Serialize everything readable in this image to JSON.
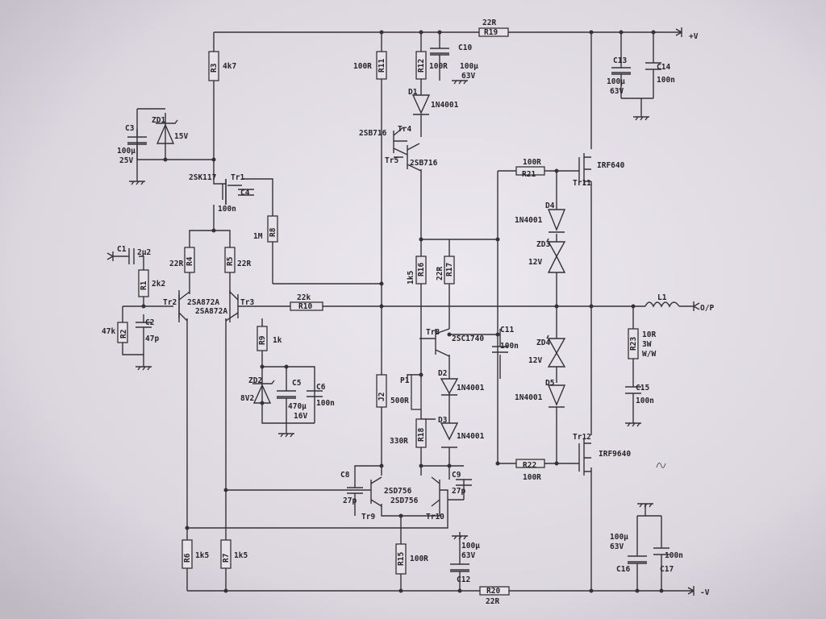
{
  "labels": {
    "r19_name": "R19",
    "r19_val": "22R",
    "plus_v": "+V",
    "minus_v": "-V",
    "output": "O/P",
    "r3_name": "R3",
    "r3_val": "4k7",
    "r11_name": "R11",
    "r11_val": "100R",
    "r12_name": "R12",
    "r12_val": "100R",
    "c10_name": "C10",
    "c10_val1": "100µ",
    "c10_val2": "63V",
    "c13_name": "C13",
    "c13_val1": "100µ",
    "c13_val2": "63V",
    "c14_name": "C14",
    "c14_val": "100n",
    "d1_name": "D1",
    "d1_val": "1N4001",
    "c3_name": "C3",
    "c3_val1": "100µ",
    "c3_val2": "25V",
    "zd1_name": "ZD1",
    "zd1_val": "15V",
    "tr4_name": "Tr4",
    "tr4_val": "2SB716",
    "tr5_name": "Tr5",
    "tr5_val": "2SB716",
    "r21_name": "R21",
    "r21_val": "100R",
    "tr11_name": "Tr11",
    "tr11_val": "IRF640",
    "tr1_name": "Tr1",
    "tr1_val": "2SK117",
    "c4_name": "C4",
    "c4_val": "100n",
    "r8_name": "R8",
    "r8_val": "1M",
    "d4_name": "D4",
    "d4_val": "1N4001",
    "zd3_name": "ZD3",
    "zd3_val": "12V",
    "c1_name": "C1",
    "c1_val": "2µ2",
    "r1_name": "R1",
    "r1_val": "2k2",
    "r4_name": "R4",
    "r4_val": "22R",
    "r5_name": "R5",
    "r5_val": "22R",
    "r16_name": "R16",
    "r16_val": "1k5",
    "r17_name": "R17",
    "r17_val": "22R",
    "tr2_name": "Tr2",
    "tr2_val": "2SA872A",
    "tr3_name": "Tr3",
    "tr3_val": "2SA872A",
    "r10_name": "R10",
    "r10_val": "22k",
    "l1_name": "L1",
    "r2_name": "R2",
    "r2_val": "47k",
    "c2_name": "C2",
    "c2_val": "47p",
    "r9_name": "R9",
    "r9_val": "1k",
    "tr8_name": "Tr8",
    "tr8_val": "2SC1740",
    "c11_name": "C11",
    "c11_val": "100n",
    "r23_name": "R23",
    "r23_val1": "10R",
    "r23_val2": "3W",
    "r23_val3": "W/W",
    "zd4_name": "ZD4",
    "zd4_val": "12V",
    "d5_name": "D5",
    "d5_val": "1N4001",
    "zd2_name": "ZD2",
    "zd2_val": "8V2",
    "c5_name": "C5",
    "c5_val1": "470µ",
    "c5_val2": "16V",
    "c6_name": "C6",
    "c6_val": "100n",
    "p1_name": "P1",
    "p1_val": "500R",
    "d2_name": "D2",
    "d2_val": "1N4001",
    "c15_name": "C15",
    "c15_val": "100n",
    "j2_name": "J2",
    "r18_name": "R18",
    "r18_val": "330R",
    "d3_name": "D3",
    "d3_val": "1N4001",
    "tr12_name": "Tr12",
    "tr12_val": "IRF9640",
    "c8_name": "C8",
    "c8_val": "27p",
    "c9_name": "C9",
    "c9_val": "27p",
    "r22_name": "R22",
    "r22_val": "100R",
    "tr9_name": "Tr9",
    "tr9_val": "2SD756",
    "tr10_name": "Tr10",
    "tr10_val": "2SD756",
    "r6_name": "R6",
    "r6_val": "1k5",
    "r7_name": "R7",
    "r7_val": "1k5",
    "r15_name": "R15",
    "r15_val": "100R",
    "c12_name": "C12",
    "c12_val1": "100µ",
    "c12_val2": "63V",
    "c16_name": "C16",
    "c16_val1": "100µ",
    "c16_val2": "63V",
    "c17_name": "C17",
    "c17_val": "100n",
    "r20_name": "R20",
    "r20_val": "22R"
  }
}
